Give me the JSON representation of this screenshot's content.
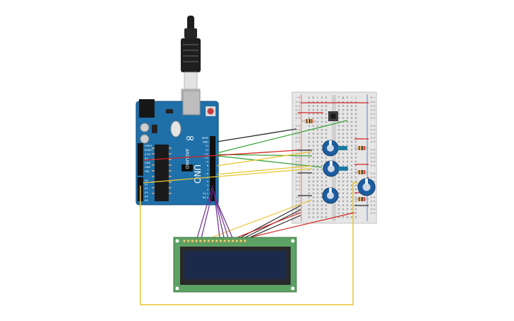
{
  "arduino": {
    "brand": "ARDUINO",
    "model": "UNO",
    "logo_glyph": "∞",
    "header_labels": [
      "AREF",
      "GND",
      "13",
      "12",
      "~11",
      "~10",
      "~9",
      "8",
      "7",
      "~6",
      "~5",
      "4",
      "~3",
      "2",
      "TX 1",
      "RX 0"
    ],
    "power_labels": [
      "IOREF",
      "RESET",
      "3.3V",
      "5V",
      "GND",
      "GND",
      "VIN"
    ],
    "analog_labels": [
      "A0",
      "A1",
      "A2",
      "A3",
      "A4",
      "A5"
    ]
  },
  "breadboard": {
    "column_labels": [
      "a",
      "b",
      "c",
      "d",
      "e",
      "f",
      "g",
      "h",
      "i",
      "j"
    ],
    "rail_labels": [
      "-",
      "+",
      "+",
      "-"
    ]
  },
  "colors": {
    "board_blue": "#1f6fa8",
    "breadboard": "#e6e6e6",
    "lcd_pcb": "#5da265",
    "lcd_screen": "#1b2a4a",
    "wire_black": "#2b2b2b",
    "wire_red": "#d42424",
    "wire_green": "#3aa33a",
    "wire_yellow": "#e8c630",
    "wire_purple": "#6b2d8e",
    "pot_blue": "#1d5da0"
  }
}
